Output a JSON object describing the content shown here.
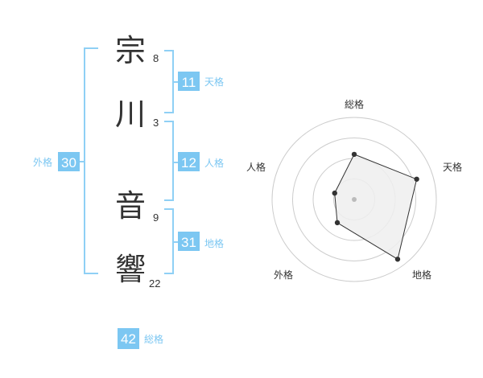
{
  "name": {
    "chars": [
      {
        "char": "宗",
        "strokes": "8"
      },
      {
        "char": "川",
        "strokes": "3"
      },
      {
        "char": "音",
        "strokes": "9"
      },
      {
        "char": "響",
        "strokes": "22"
      }
    ]
  },
  "fortunes": {
    "tenkaku": {
      "value": "11",
      "label": "天格"
    },
    "jinkaku": {
      "value": "12",
      "label": "人格"
    },
    "chikaku": {
      "value": "31",
      "label": "地格"
    },
    "gaikaku": {
      "value": "30",
      "label": "外格"
    },
    "soukaku": {
      "value": "42",
      "label": "総格"
    }
  },
  "chart_data": {
    "type": "radar",
    "axes": [
      "総格",
      "天格",
      "地格",
      "外格",
      "人格"
    ],
    "values": [
      0.55,
      0.8,
      0.9,
      0.35,
      0.25
    ],
    "range": [
      0,
      1
    ],
    "rings": 4,
    "colors": {
      "fill": "#eeeeee",
      "line": "#333333",
      "ring": "#cccccc",
      "point": "#333333",
      "center": "#bbbbbb"
    }
  }
}
